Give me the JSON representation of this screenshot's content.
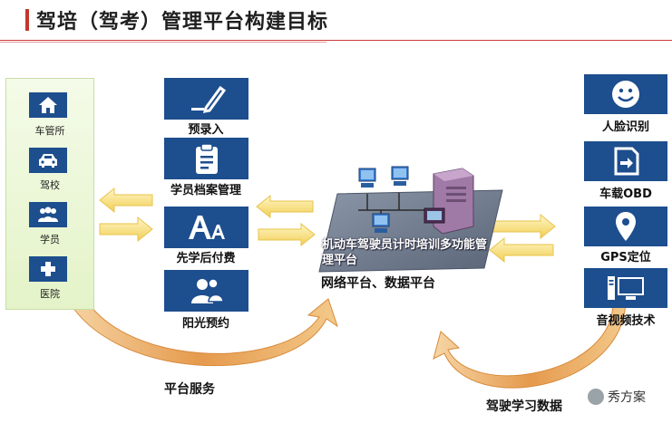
{
  "title": "驾培（驾考）管理平台构建目标",
  "left_panel": {
    "items": [
      {
        "label": "车管所",
        "icon": "house-icon"
      },
      {
        "label": "驾校",
        "icon": "car-icon"
      },
      {
        "label": "学员",
        "icon": "people-icon"
      },
      {
        "label": "医院",
        "icon": "medical-cross-icon"
      }
    ]
  },
  "middle_column": {
    "items": [
      {
        "label": "预录入",
        "icon": "pencil-icon"
      },
      {
        "label": "学员档案管理",
        "icon": "clipboard-icon"
      },
      {
        "label": "先学后付费",
        "icon": "font-size-icon"
      },
      {
        "label": "阳光预约",
        "icon": "users-icon"
      }
    ]
  },
  "center": {
    "overlay_text": "机动车驾驶员计时培训多功能管理平台",
    "caption": "网络平台、数据平台"
  },
  "right_column": {
    "items": [
      {
        "label": "人脸识别",
        "icon": "smiley-face-icon"
      },
      {
        "label": "车载OBD",
        "icon": "device-signin-icon"
      },
      {
        "label": "GPS定位",
        "icon": "location-pin-icon"
      },
      {
        "label": "音视频技术",
        "icon": "computer-icon"
      }
    ]
  },
  "captions": {
    "platform_service": "平台服务",
    "driving_data": "驾驶学习数据"
  },
  "watermark": "秀方案",
  "colors": {
    "icon_bg": "#1d4e8e",
    "arrow_yellow": "#f7e28a",
    "curve_orange": "#e8a35a",
    "panel_green": "#e4f3c8",
    "accent_red": "#cc3b3b"
  }
}
